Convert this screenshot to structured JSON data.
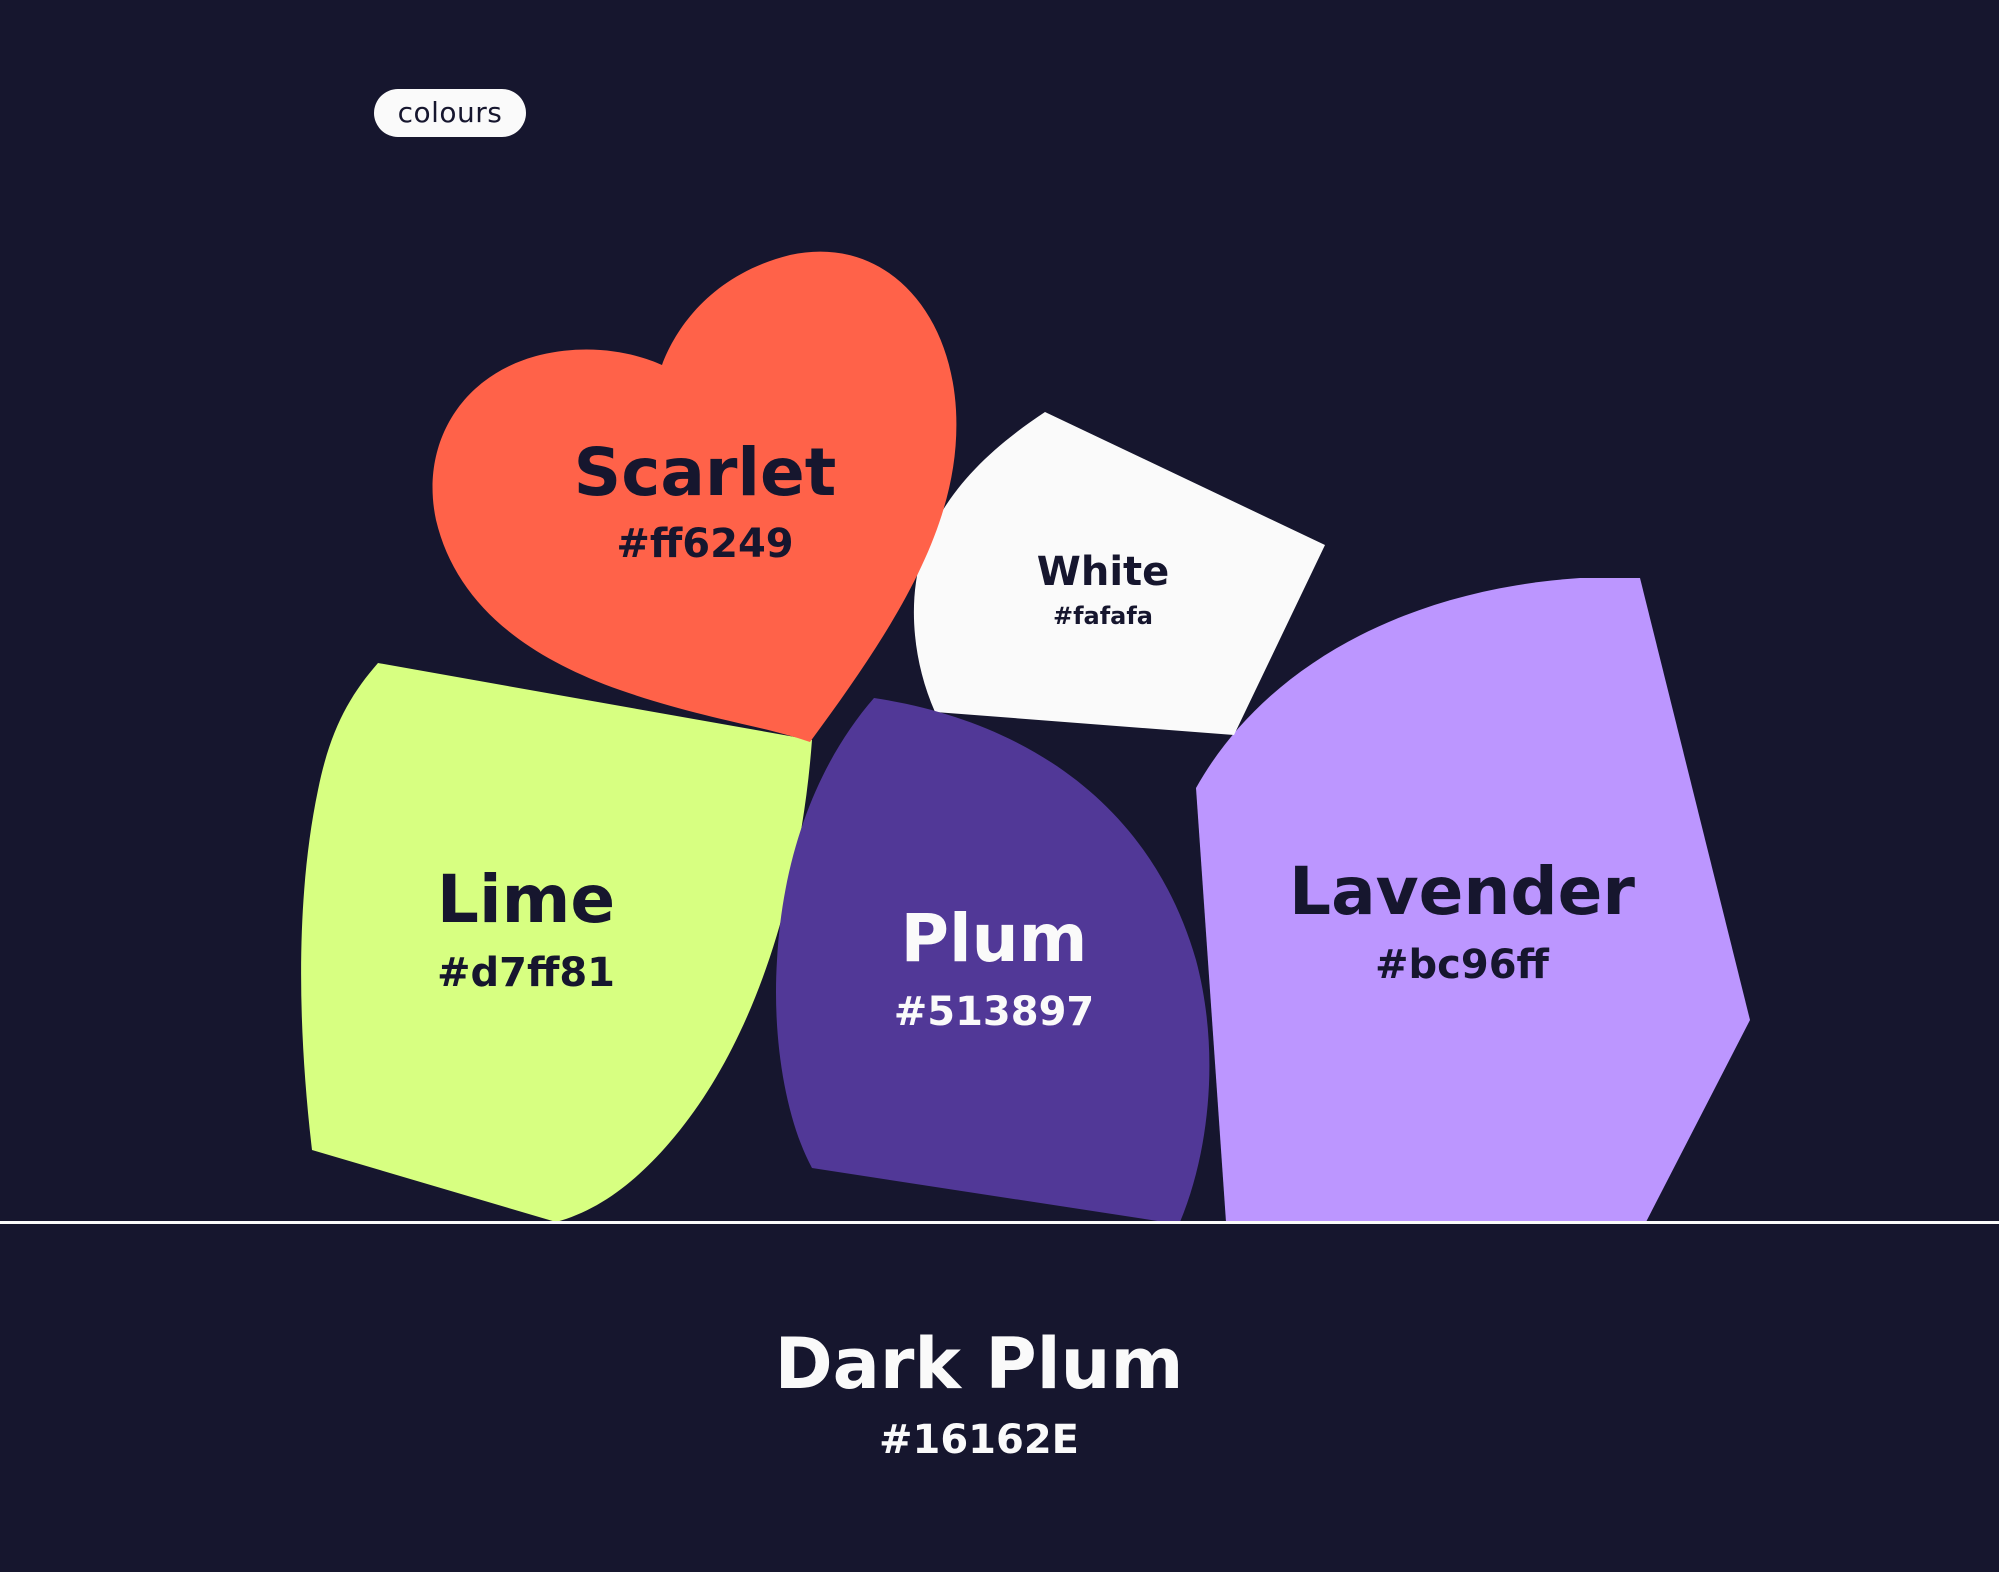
{
  "tag": {
    "label": "colours"
  },
  "background": "#16162E",
  "swatches": {
    "scarlet": {
      "name": "Scarlet",
      "hex": "#ff6249",
      "color": "#ff6249"
    },
    "white": {
      "name": "White",
      "hex": "#fafafa",
      "color": "#fafafa"
    },
    "lime": {
      "name": "Lime",
      "hex": "#d7ff81",
      "color": "#d7ff81"
    },
    "plum": {
      "name": "Plum",
      "hex": "#513897",
      "color": "#513897"
    },
    "lavender": {
      "name": "Lavender",
      "hex": "#bc96ff",
      "color": "#bc96ff"
    },
    "dark_plum": {
      "name": "Dark Plum",
      "hex": "#16162E",
      "color": "#16162E"
    }
  },
  "shape_icons": {
    "scarlet": "heart-shape-icon",
    "white": "pentagon-shape-icon",
    "lime": "shield-shape-icon",
    "plum": "petal-shape-icon",
    "lavender": "blob-shape-icon"
  }
}
